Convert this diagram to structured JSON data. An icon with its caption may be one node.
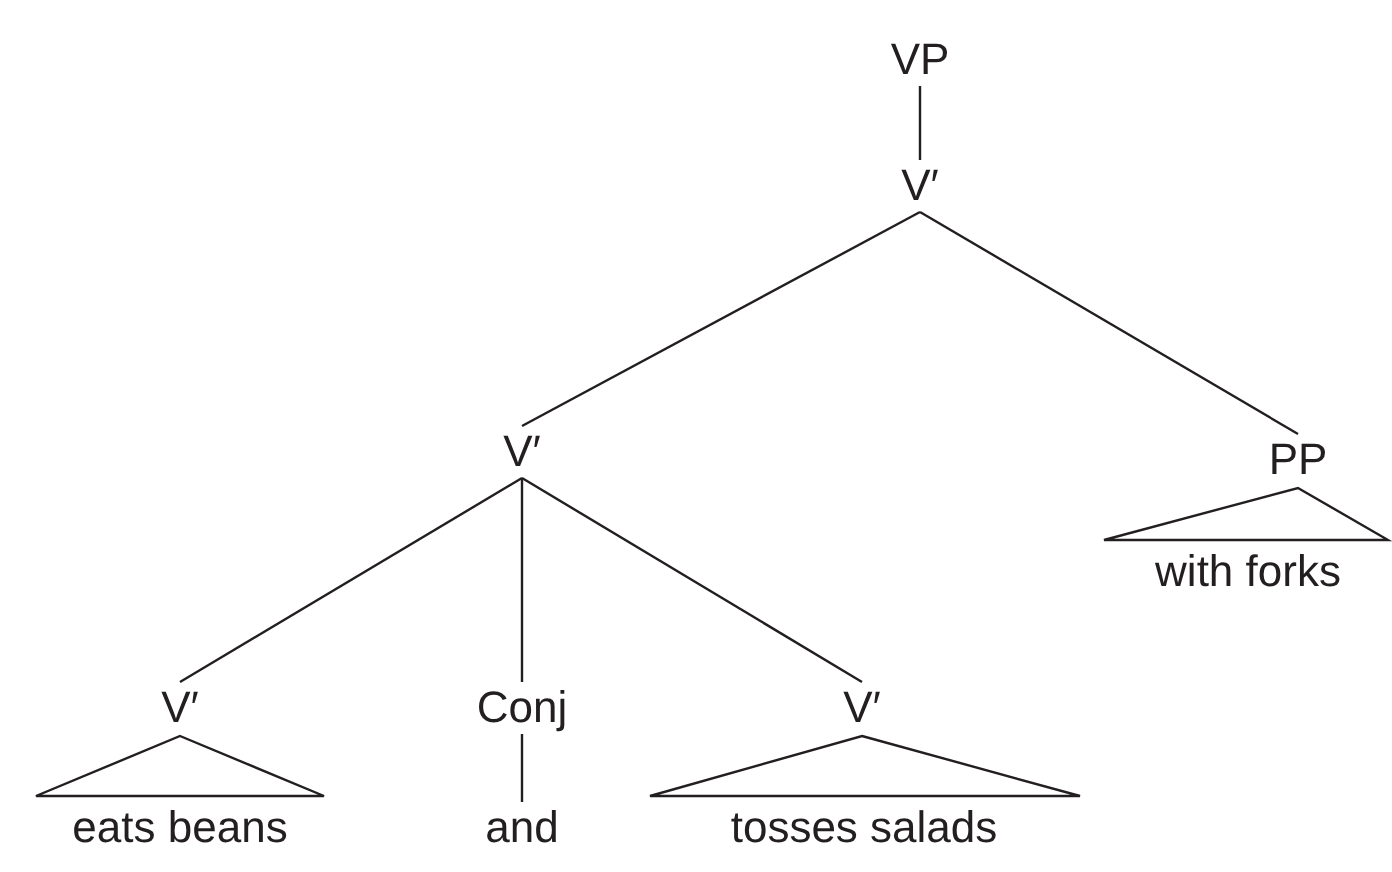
{
  "diagram": {
    "nodes": [
      {
        "text": [
          "VP"
        ]
      },
      {
        "text": [
          "V′"
        ]
      },
      {
        "text": [
          "V′"
        ]
      },
      {
        "text": [
          "PP"
        ]
      },
      {
        "text": [
          "V′"
        ]
      },
      {
        "text": [
          "Conj"
        ]
      },
      {
        "text": [
          "V′"
        ]
      },
      {
        "text": [
          "with forks"
        ]
      },
      {
        "text": [
          "eats beans"
        ]
      },
      {
        "text": [
          "and"
        ]
      },
      {
        "text": [
          "tosses salads"
        ]
      }
    ],
    "edges": [
      {
        "from": 0,
        "to": 1,
        "arrow": "none"
      },
      {
        "from": 1,
        "to": 2,
        "arrow": "none"
      },
      {
        "from": 1,
        "to": 3,
        "arrow": "none"
      },
      {
        "from": 3,
        "to": 7,
        "arrow": "none"
      },
      {
        "from": 2,
        "to": 4,
        "arrow": "none"
      },
      {
        "from": 2,
        "to": 5,
        "arrow": "none"
      },
      {
        "from": 2,
        "to": 6,
        "arrow": "none"
      },
      {
        "from": 4,
        "to": 8,
        "arrow": "none"
      },
      {
        "from": 5,
        "to": 9,
        "arrow": "none"
      },
      {
        "from": 6,
        "to": 10,
        "arrow": "none"
      }
    ]
  }
}
